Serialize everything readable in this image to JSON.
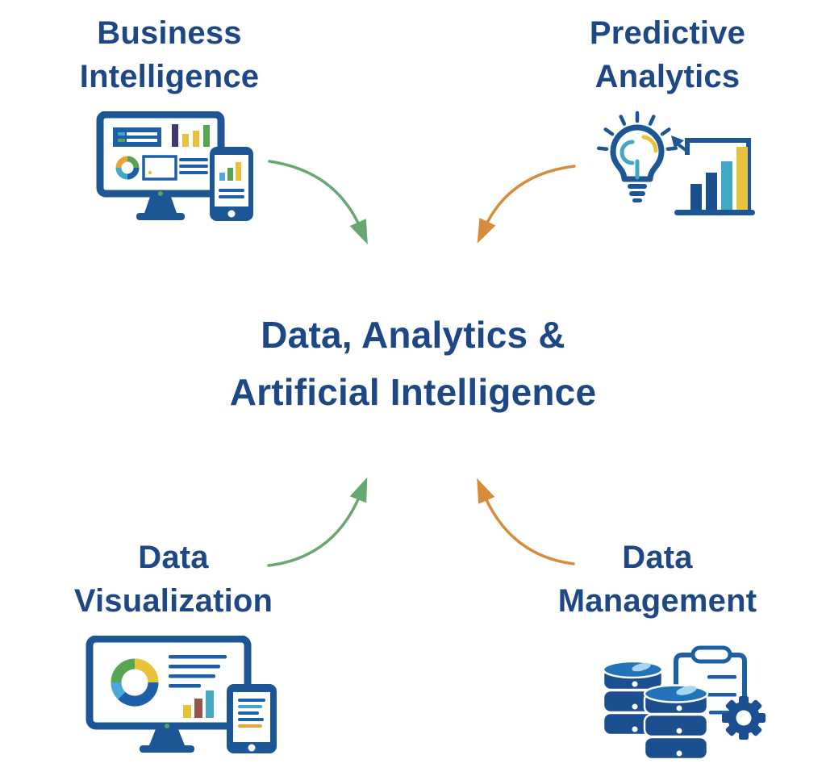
{
  "title": {
    "line1": "Data, Analytics &",
    "line2": "Artificial Intelligence"
  },
  "quadrants": {
    "business_intelligence": {
      "line1": "Business",
      "line2": "Intelligence",
      "icon": "monitor-dashboard-with-phone-icon"
    },
    "predictive_analytics": {
      "line1": "Predictive",
      "line2": "Analytics",
      "icon": "lightbulb-with-bar-chart-icon"
    },
    "data_visualization": {
      "line1": "Data",
      "line2": "Visualization",
      "icon": "monitor-donut-chart-with-tablet-icon"
    },
    "data_management": {
      "line1": "Data",
      "line2": "Management",
      "icon": "database-clipboard-gear-icon"
    }
  },
  "arrows": [
    {
      "name": "business-intelligence-to-center",
      "direction": "down-right",
      "color_key": "arrow_green"
    },
    {
      "name": "predictive-analytics-to-center",
      "direction": "down-left",
      "color_key": "arrow_orange"
    },
    {
      "name": "data-visualization-to-center",
      "direction": "up-right",
      "color_key": "arrow_green"
    },
    {
      "name": "data-management-to-center",
      "direction": "up-left",
      "color_key": "arrow_orange"
    }
  ],
  "colors": {
    "background": "#ffffff",
    "text_navy": "#1e4786",
    "arrow_green": "#68a870",
    "arrow_orange": "#d68c3a",
    "icon_frame_blue": "#1c5694",
    "icon_blue": "#1d5fa6",
    "icon_mid_blue": "#2273b9",
    "db_blue": "#1b4f8f",
    "teal": "#43a7c6",
    "light_blue": "#49a8dc",
    "yellow": "#e8c23a",
    "green": "#57a454",
    "indigo": "#3d3a73",
    "brown": "#9a544e",
    "orange_line": "#e8a33d"
  }
}
